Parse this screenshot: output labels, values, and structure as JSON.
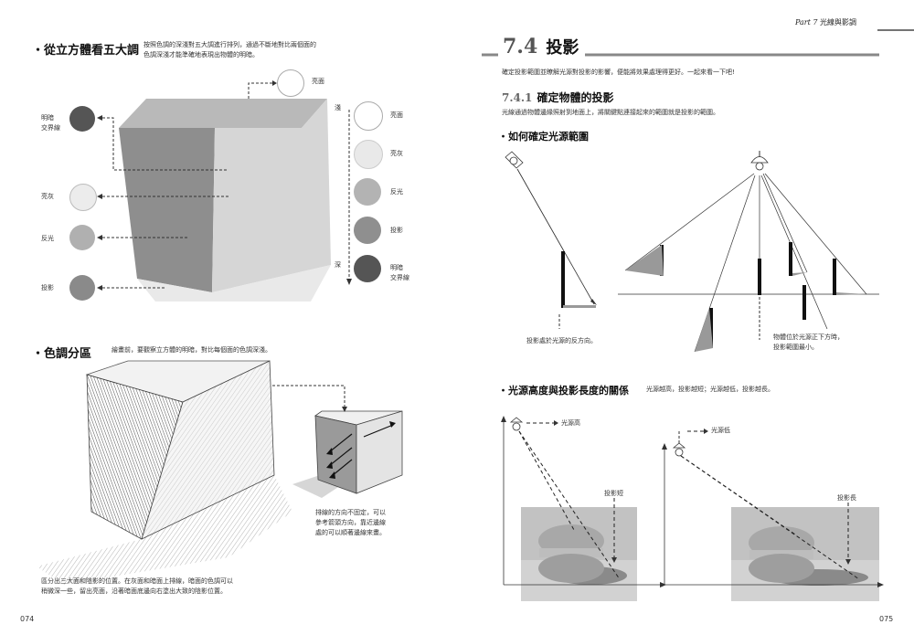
{
  "header": {
    "part_label": "Part 7",
    "part_title": "光線與影調"
  },
  "left": {
    "sec1": {
      "title": "從立方體看五大調",
      "desc_line1": "按照色調的深淺對五大調進行排列，通過不斷地對比兩個面的",
      "desc_line2": "色調深淺才能準確地表現出物體的明暗。"
    },
    "cube_left_labels": [
      "明暗\n交界線",
      "亮灰",
      "反光",
      "投影"
    ],
    "top_label": "亮面",
    "scale": {
      "light": "淺",
      "dark": "深"
    },
    "scale_items": [
      "亮面",
      "亮灰",
      "反光",
      "投影",
      "明暗\n交界線"
    ],
    "sec2": {
      "title": "色調分區",
      "desc": "繪畫前，要觀察立方體的明暗，對比每個面的色調深淺。"
    },
    "note": "排線的方向不固定，可以\n參考箭頭方向，靠近邊線\n處的可以順著邊線來畫。",
    "bottom_text_line1": "區分出三大面和陰影的位置。在灰面和暗面上排線，暗面的色調可以",
    "bottom_text_line2": "稍微深一些，留出亮面，沿著暗面底邊向右塗出大致的陰影位置。",
    "page_number": "074"
  },
  "right": {
    "chapter_num": "7.4",
    "chapter_title": "投影",
    "intro": "確定投影範圍並瞭解光源對投影的影響，便能將效果處理得更好。一起來看一下吧!",
    "sub_num": "7.4.1",
    "sub_title": "確定物體的投影",
    "sub_desc": "光線通過物體邊緣照射到地面上，將關鍵點連接起來的範圍就是投影的範圍。",
    "h1": "如何確定光源範圍",
    "caption_left": "投影處於光源的反方向。",
    "caption_right": "物體位於光源正下方時，\n投影範圍最小。",
    "h2": "光源高度與投影長度的關係",
    "h2_desc": "光源越高，投影越短；光源越低，投影越長。",
    "label_high": "光源高",
    "label_short": "投影短",
    "label_low": "光源低",
    "label_long": "投影長",
    "page_number": "075"
  },
  "colors": {
    "rule": "#777777",
    "cube": "#a9a9a9",
    "shadow": "#999999"
  }
}
